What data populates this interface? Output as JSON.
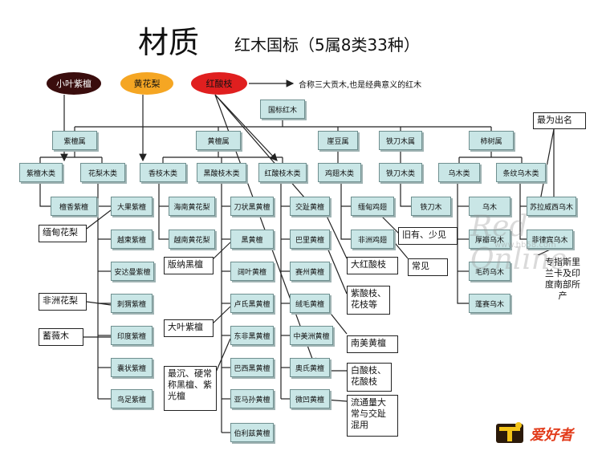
{
  "title": {
    "main": "材质",
    "sub": "红木国标（5属8类33种）"
  },
  "top_caption": "合称三大贡木,也是经典意义的红木",
  "ovals": {
    "small_leaf": "小叶紫檀",
    "huanghuali": "黄花梨",
    "hongsuanzhi": "红酸枝"
  },
  "root": "国标红木",
  "genera": [
    "紫檀属",
    "黄檀属",
    "崖豆属",
    "铁刀木属",
    "柿树属"
  ],
  "classes": [
    "紫檀木类",
    "花梨木类",
    "香枝木类",
    "黑酸枝木类",
    "红酸枝木类",
    "鸡翅木类",
    "铁刀木类",
    "乌木类",
    "条纹乌木类"
  ],
  "species": {
    "zitan": [
      "檀香紫檀"
    ],
    "huali": [
      "大果紫檀",
      "越柬紫檀",
      "安达曼紫檀",
      "刺猬紫檀",
      "印度紫檀",
      "囊状紫檀",
      "鸟足紫檀"
    ],
    "xiangzhi": [
      "海南黄花梨",
      "越南黄花梨"
    ],
    "heisuanzhi": [
      "刀状黑黄檀",
      "黑黄檀",
      "阔叶黄檀",
      "卢氏黑黄檀",
      "东非黑黄檀",
      "巴西黑黄檀",
      "亚马孙黄檀",
      "伯利兹黄檀"
    ],
    "hongsuanzhi": [
      "交趾黄檀",
      "巴里黄檀",
      "赛州黄檀",
      "绒毛黄檀",
      "中美洲黄檀",
      "奥氏黄檀",
      "微凹黄檀"
    ],
    "jichi": [
      "缅甸鸡翅",
      "非洲鸡翅"
    ],
    "tiedao": [
      "铁刀木"
    ],
    "wumu": [
      "乌木",
      "厚瓣乌木",
      "毛药乌木",
      "蓬赛乌木"
    ],
    "tiaowen": [
      "苏拉威西乌木",
      "菲律宾乌木"
    ]
  },
  "notes": {
    "most_famous": "最为出名",
    "burma_huali": "缅甸花梨",
    "africa_huali": "非洲花梨",
    "qiwei": "蓄薇木",
    "banna": "版纳黑檀",
    "daye": "大叶紫檀",
    "heaviest": "最沉、硬常称黑檀、紫光檀",
    "da_hongsuanzhi": "大红酸枝",
    "common_rare": "旧有、少见",
    "common": "常见",
    "suanzhi_huazhi": "紫酸枝、花枝等",
    "nanmei": "南美黄檀",
    "baisuanzhi": "白酸枝、花酸枝",
    "liutong": "流通量大常与交趾混用",
    "sri_lanka": "专指斯里兰卡及印度南部所产"
  },
  "watermark": {
    "script": "Red Online",
    "url": "www.hb58.com"
  },
  "logo_text": "爱好者",
  "colors": {
    "box": "#c9e6e6",
    "oval_dark": "#3a0d0d",
    "oval_orange": "#f5a623",
    "oval_red": "#e01f1f"
  }
}
